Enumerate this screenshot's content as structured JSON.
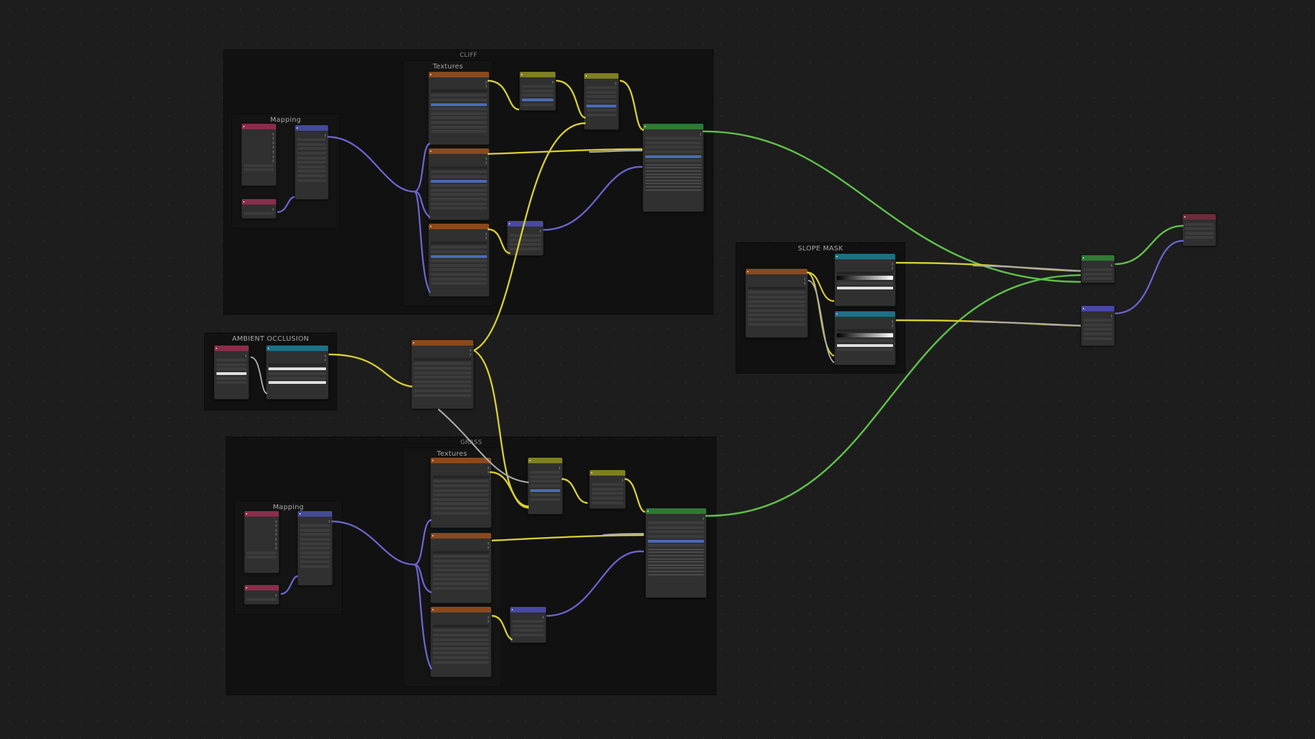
{
  "frames": {
    "cliff": "CLIFF",
    "cliff_textures": "Textures",
    "cliff_mapping": "Mapping",
    "ambient_occlusion": "AMBIENT OCCLUSION",
    "slope_mask": "SLOPE MASK",
    "grass": "GRASS",
    "grass_textures": "Textures",
    "grass_mapping": "Mapping"
  },
  "colors": {
    "yellow_wire": "#d8cf33",
    "green_wire": "#5fbe4a",
    "purple_wire": "#6b63cf",
    "gray_wire": "#a9a9a9",
    "background": "#1d1d1d"
  }
}
